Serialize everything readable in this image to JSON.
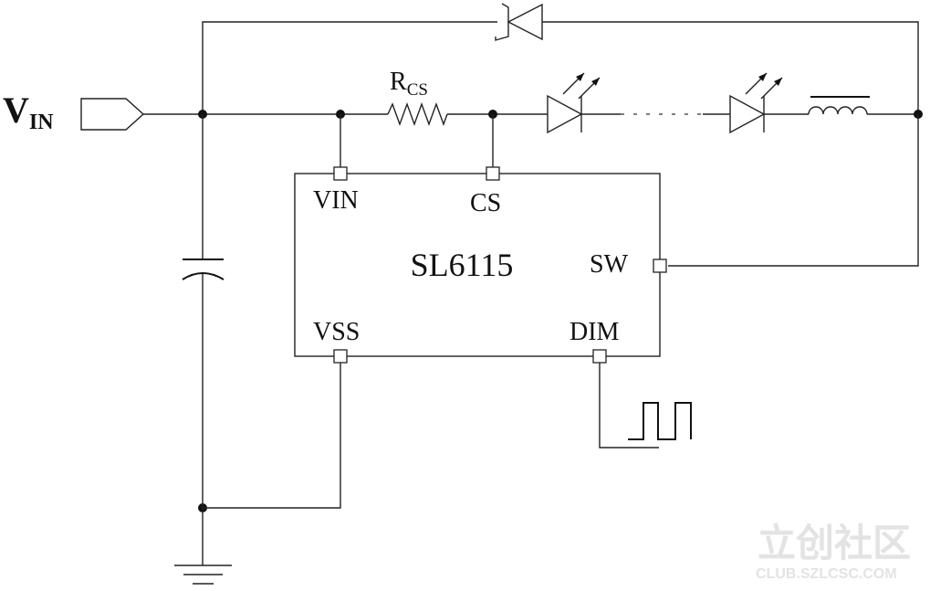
{
  "schematic": {
    "input_label_main": "V",
    "input_label_sub": "IN",
    "resistor_label_main": "R",
    "resistor_label_sub": "CS",
    "ic_name": "SL6115",
    "pins": {
      "vin": "VIN",
      "cs": "CS",
      "sw": "SW",
      "vss": "VSS",
      "dim": "DIM"
    }
  },
  "watermark": {
    "title": "立创社区",
    "url": "CLUB.SZLCSC.COM"
  }
}
